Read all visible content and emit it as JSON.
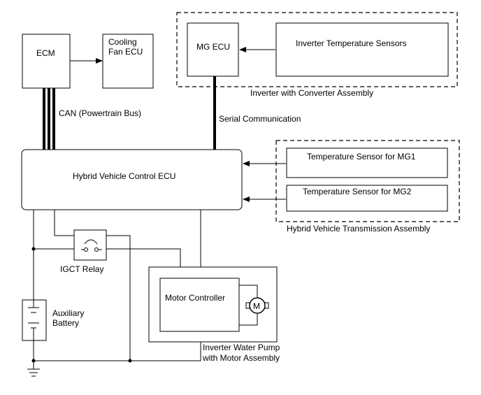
{
  "blocks": {
    "ecm": "ECM",
    "cooling_fan_ecu_line1": "Cooling",
    "cooling_fan_ecu_line2": "Fan ECU",
    "mg_ecu": "MG ECU",
    "inverter_temp_sensors": "Inverter Temperature Sensors",
    "hv_control_ecu": "Hybrid Vehicle Control ECU",
    "temp_sensor_mg1": "Temperature Sensor for MG1",
    "temp_sensor_mg2": "Temperature Sensor for MG2",
    "motor_controller": "Motor Controller",
    "motor_symbol": "M"
  },
  "groups": {
    "inverter_assembly": "Inverter with Converter Assembly",
    "transmission_assembly": "Hybrid Vehicle Transmission Assembly",
    "water_pump_line1": "Inverter Water Pump",
    "water_pump_line2": "with Motor Assembly"
  },
  "connections": {
    "can_bus": "CAN (Powertrain Bus)",
    "serial_comm": "Serial Communication"
  },
  "components": {
    "igct_relay": "IGCT Relay",
    "battery_line1": "Auxiliary",
    "battery_line2": "Battery"
  }
}
